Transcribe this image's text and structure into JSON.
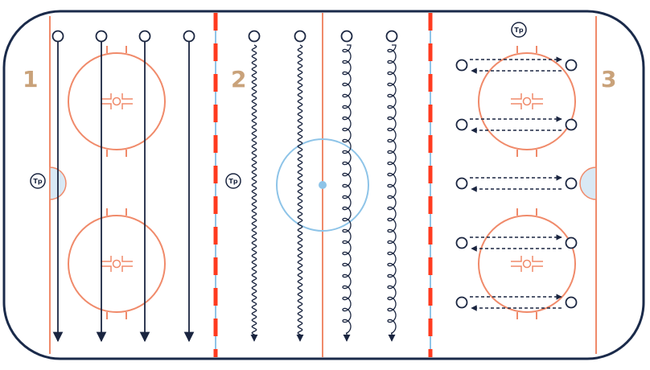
{
  "rink": {
    "board_color": "#1a2a4a",
    "red_line_color": "#ff3b1f",
    "blue_line_color": "#8ec4e8",
    "circle_color": "#f08a6a",
    "goal_line_color": "#f08a6a",
    "crease_fill": "#d9e9f5",
    "path_color": "#1a2540"
  },
  "zones": [
    {
      "label": "1"
    },
    {
      "label": "2"
    },
    {
      "label": "3"
    }
  ],
  "coach_markers": [
    {
      "label": "Tp"
    },
    {
      "label": "Tp"
    },
    {
      "label": "Tp"
    }
  ],
  "drills": {
    "zone1": {
      "players": 4,
      "path": "straight-arrow"
    },
    "zone2": {
      "players": 4,
      "path": "wavy-and-loop"
    },
    "zone3": {
      "players_pairs": 5,
      "path": "dashed-back-and-forth"
    }
  }
}
